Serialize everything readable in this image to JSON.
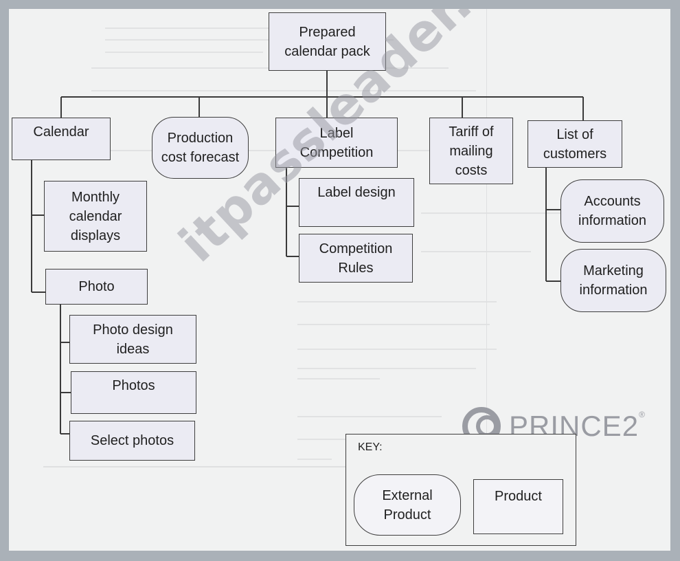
{
  "diagram": {
    "root": "Prepared\ncalendar pack",
    "branches": {
      "calendar": "Calendar",
      "production_cost": "Production\ncost forecast",
      "label_competition": "Label\nCompetition",
      "tariff": "Tariff of\nmailing\ncosts",
      "customers": "List of\ncustomers"
    },
    "calendar_children": {
      "monthly": "Monthly\ncalendar\ndisplays",
      "photo": "Photo"
    },
    "photo_children": {
      "design_ideas": "Photo design\nideas",
      "photos": "Photos",
      "select": "Select photos"
    },
    "label_children": {
      "design": "Label design",
      "rules": "Competition\nRules"
    },
    "customer_children": {
      "accounts": "Accounts\ninformation",
      "marketing": "Marketing\ninformation"
    }
  },
  "key": {
    "title": "KEY:",
    "external": "External\nProduct",
    "product": "Product"
  },
  "watermark": "itpassleader.com",
  "logo": {
    "text": "PRINCE2",
    "mark": "®",
    "color": "#9a9ca3"
  }
}
